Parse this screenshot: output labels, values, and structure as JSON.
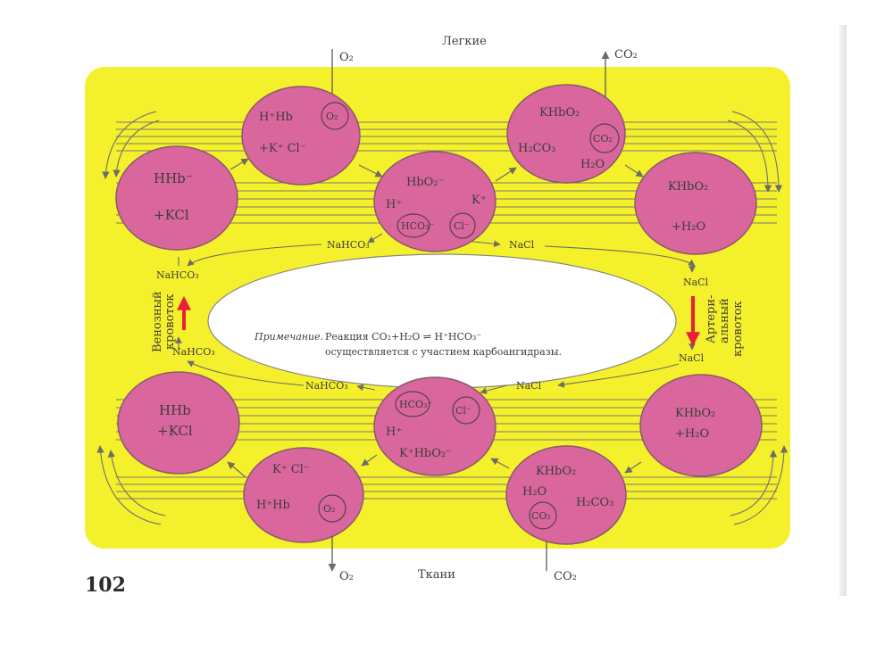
{
  "labels": {
    "top": "Легкие",
    "bottom": "Ткани",
    "page_number": "102",
    "venous_line1": "Венозный",
    "venous_line2": "кровоток",
    "arterial_line1": "Артери-",
    "arterial_line2": "альный",
    "arterial_line3": "кровоток"
  },
  "note": {
    "label": "Примечание.",
    "text1": "Реакция CO₂+H₂O ⇌ H⁺HCO₃⁻",
    "text2": "осуществляется с участием карбоангидразы."
  },
  "gases": {
    "o2_in": "O₂",
    "co2_out": "CO₂",
    "o2_out": "O₂",
    "co2_in": "CO₂"
  },
  "cells": {
    "top_left": {
      "line1": "HHb⁻",
      "line2": "+KCl"
    },
    "top_mid_left": {
      "line1": "H⁺Hb",
      "circle": "O₂",
      "line2": "+K⁺  Cl⁻"
    },
    "top_center": {
      "line1": "HbO₂⁻",
      "h": "H⁺",
      "k": "K⁺",
      "hco3": "HCO₃⁻",
      "cl": "Cl⁻"
    },
    "top_mid_right": {
      "line1": "KHbO₂",
      "line2": "H₂CO₃",
      "circle": "CO₂",
      "line3": "H₂O"
    },
    "top_right": {
      "line1": "KHbO₂",
      "line2": "+H₂O"
    },
    "bottom_left": {
      "line1": "HHb",
      "line2": "+KCl"
    },
    "bottom_mid_left": {
      "line1": "K⁺   Cl⁻",
      "line2": "H⁺Hb",
      "circle": "O₂"
    },
    "bottom_center": {
      "hco3": "HCO₃⁻",
      "cl": "Cl⁻",
      "h": "H⁺",
      "line2": "K⁺HbO₂⁻"
    },
    "bottom_mid_right": {
      "line1": "KHbO₂",
      "line2": "H₂O",
      "line3": "H₂CO₃",
      "circle": "CO₂"
    },
    "bottom_right": {
      "line1": "KHbO₂",
      "line2": "+H₂O"
    }
  },
  "salts": {
    "nahco3_top_center": "NaHCO₃",
    "nacl_top_center": "NaCl",
    "nahco3_left_upper": "NaHCO₃",
    "nahco3_left_lower": "NaHCO₃",
    "nacl_right_upper": "NaCl",
    "nacl_right_lower": "NaCl",
    "nahco3_bottom_center": "NaHCO₃",
    "nacl_bottom_center": "NaCl"
  },
  "colors": {
    "yellow": "#f5f02c",
    "cell_fill": "#d9669c",
    "cell_stroke": "#8a5a6a",
    "line": "#7a7a6a",
    "red_arrow": "#e8203a"
  }
}
